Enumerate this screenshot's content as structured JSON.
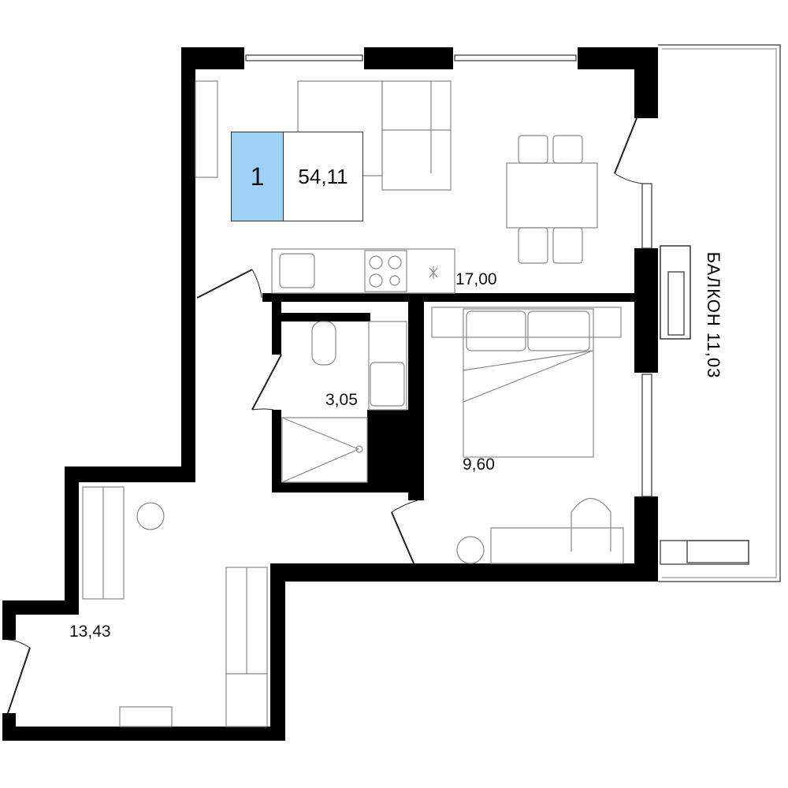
{
  "apartment": {
    "rooms_count": "1",
    "total_area": "54,11",
    "badge_color": "#9fd0f5"
  },
  "rooms": {
    "living_kitchen": "17,00",
    "bathroom": "3,05",
    "bedroom": "9,60",
    "hallway": "13,43",
    "balcony": "БАЛКОН 11,03"
  },
  "colors": {
    "wall": "#000000",
    "furniture": "#888888"
  }
}
